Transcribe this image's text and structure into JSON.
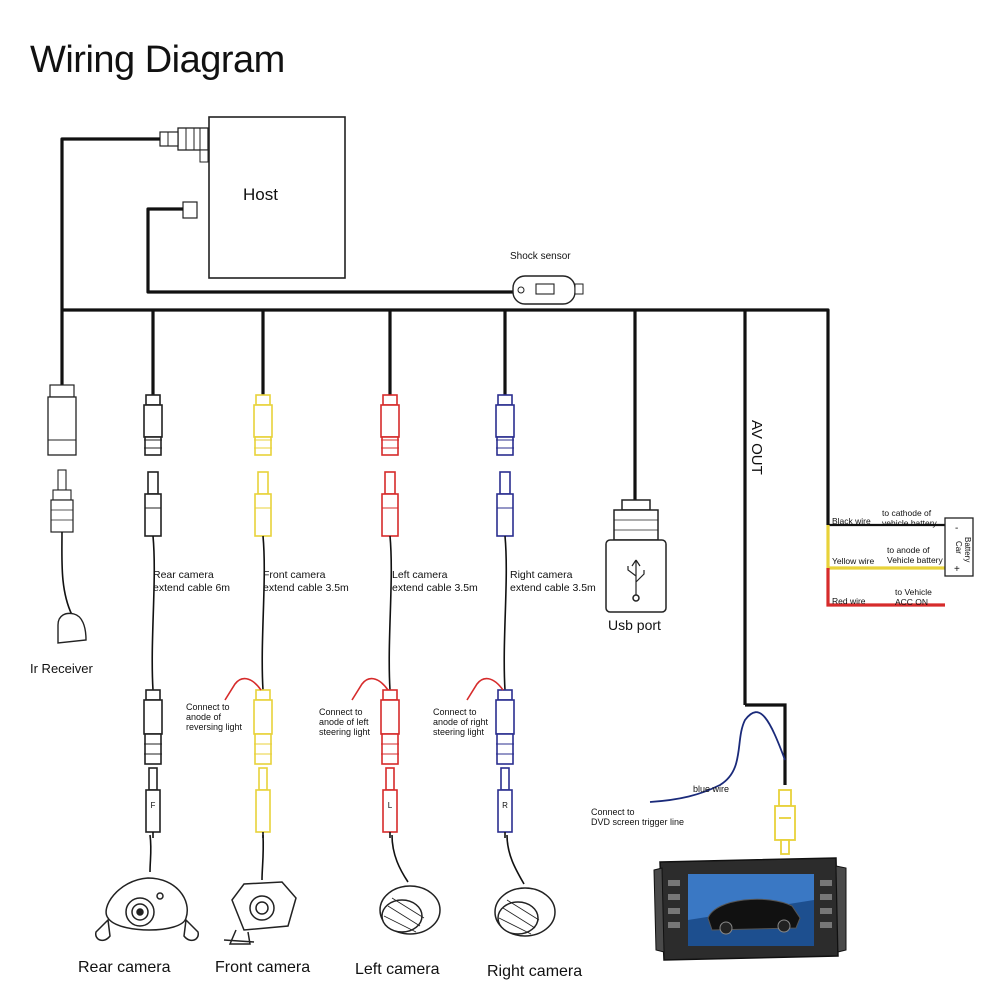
{
  "title": "Wiring Diagram",
  "host": {
    "label": "Host"
  },
  "shock_sensor": {
    "label": "Shock sensor"
  },
  "ir_receiver": {
    "label": "Ir Receiver"
  },
  "usb": {
    "label": "Usb port"
  },
  "av_out": {
    "label": "AV OUT"
  },
  "cameras": {
    "rear": {
      "name": "Rear camera",
      "cable_line1": "Rear camera",
      "cable_line2": "extend cable 6m",
      "plug_letter": "F"
    },
    "front": {
      "name": "Front camera",
      "cable_line1": "Front camera",
      "cable_line2": "extend cable 3.5m"
    },
    "left": {
      "name": "Left camera",
      "cable_line1": "Left camera",
      "cable_line2": "extend cable 3.5m",
      "plug_letter": "L"
    },
    "right": {
      "name": "Right camera",
      "cable_line1": "Right camera",
      "cable_line2": "extend cable 3.5m",
      "plug_letter": "R"
    }
  },
  "notes": {
    "reversing": [
      "Connect to",
      "anode of",
      "reversing light"
    ],
    "left_steer": [
      "Connect to",
      "anode of left",
      "steering  light"
    ],
    "right_steer": [
      "Connect to",
      "anode of right",
      "steering light"
    ],
    "blue_wire": "blue wire",
    "dvd_trigger": [
      "Connect to",
      "DVD screen trigger line"
    ]
  },
  "power": {
    "black_wire": "Black wire",
    "black_to": [
      "to cathode of",
      "vehicle battery"
    ],
    "yellow_wire": "Yellow wire",
    "yellow_to": [
      "to anode of",
      "Vehicle battery"
    ],
    "red_wire": "Red wire",
    "red_to": [
      "to Vehicle",
      "ACC ON"
    ],
    "battery_label": [
      "Car",
      "Battery"
    ],
    "minus": "-",
    "plus": "+"
  },
  "colors": {
    "wire": "#111111",
    "front": "#e8d23a",
    "left": "#d62b2b",
    "right": "#2b2f8f",
    "blue_wire": "#1a2a7a",
    "red_power": "#d62b2b",
    "yellow_power": "#e8d23a"
  }
}
